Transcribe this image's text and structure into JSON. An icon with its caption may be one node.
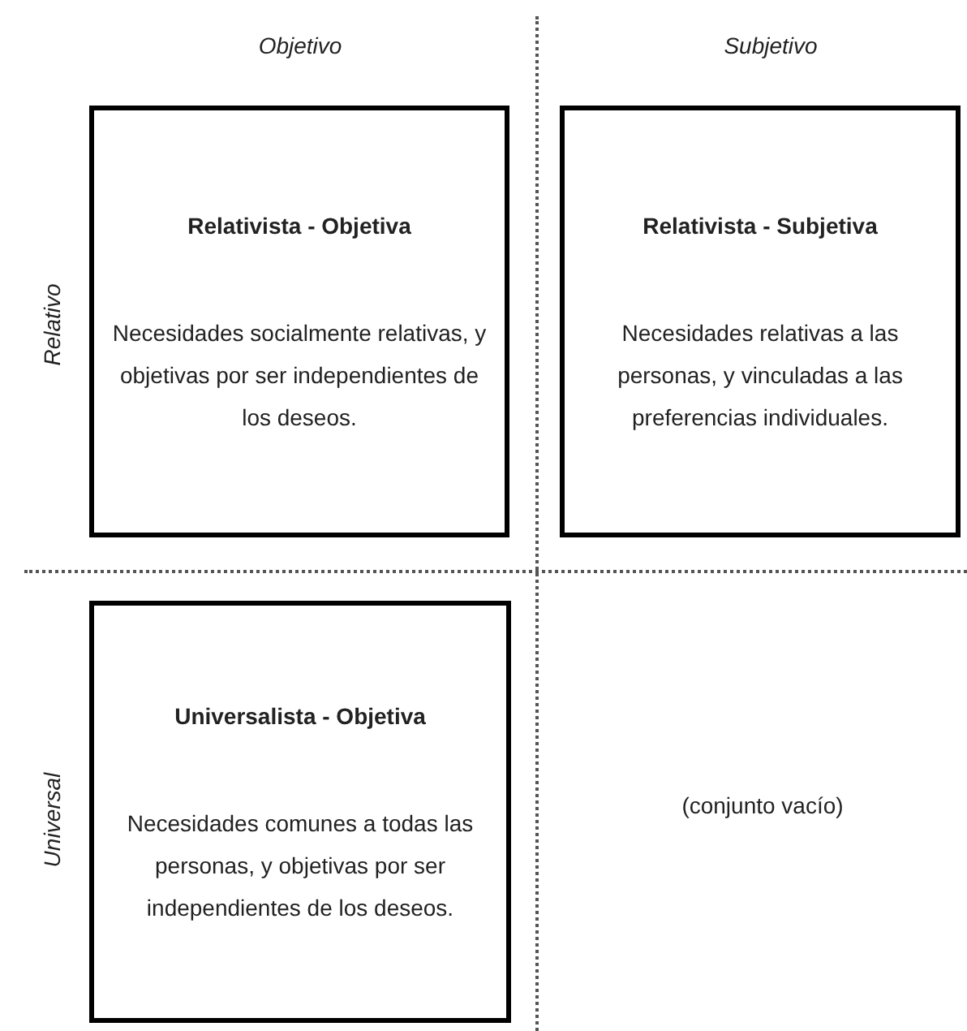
{
  "diagram": {
    "nodes": [
      {
        "text": [
          "Relativista - Objetiva",
          "Necesidades socialmente relativas, y objetivas por ser independientes de los deseos."
        ]
      },
      {
        "text": [
          "Relativista - Subjetiva",
          "Necesidades relativas a las personas, y vinculadas a las preferencias individuales."
        ]
      },
      {
        "text": [
          "Universalista - Objetiva",
          "Necesidades comunes a todas las personas, y objetivas por ser independientes de los deseos."
        ]
      }
    ],
    "labels": [
      "Objetivo",
      "Subjetivo",
      "Relativo",
      "Universal",
      "(conjunto vacío)"
    ]
  }
}
